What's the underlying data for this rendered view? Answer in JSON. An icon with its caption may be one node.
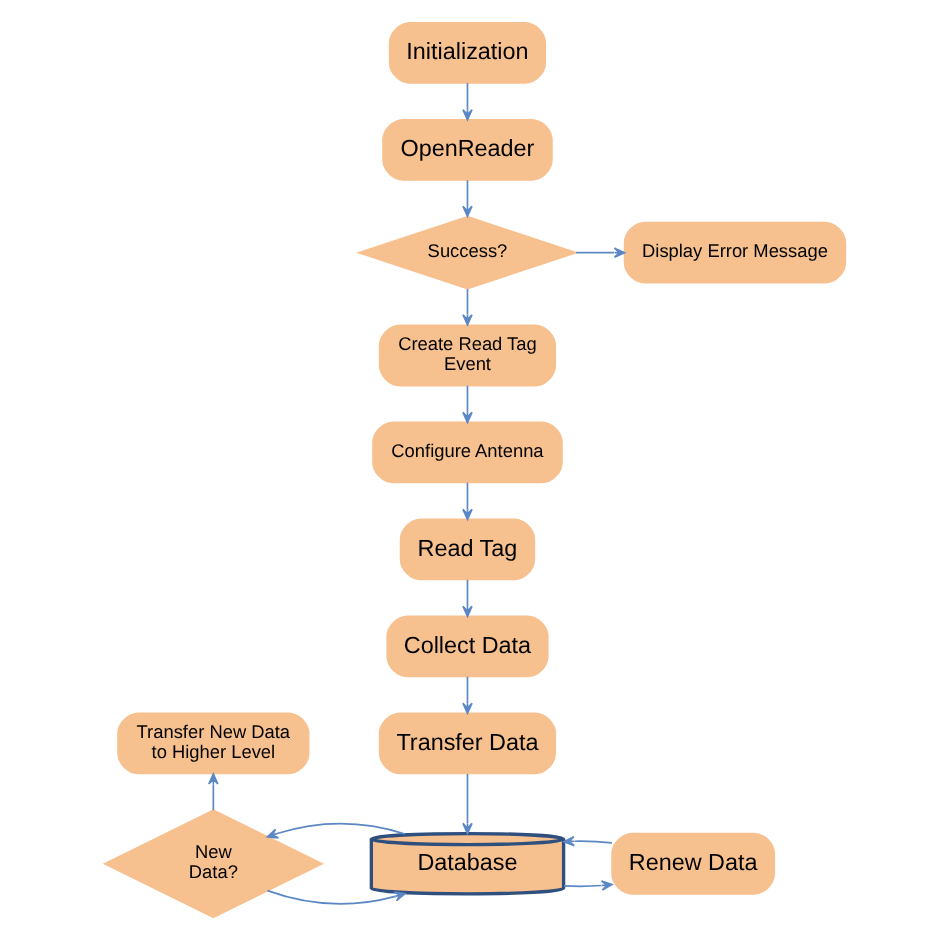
{
  "diagram": {
    "nodes": [
      {
        "text": [
          "Initialization"
        ]
      },
      {
        "text": [
          "OpenReader"
        ]
      },
      {
        "text": [
          "Success?"
        ]
      },
      {
        "text": [
          "Display Error Message"
        ]
      },
      {
        "text": [
          "Create Read Tag Event"
        ]
      },
      {
        "text": [
          "Configure Antenna"
        ]
      },
      {
        "text": [
          "Read Tag"
        ]
      },
      {
        "text": [
          "Collect Data"
        ]
      },
      {
        "text": [
          "Transfer Data"
        ]
      },
      {
        "text": [
          "Transfer New Data to Higher Level"
        ]
      },
      {
        "text": [
          "New Data?"
        ]
      },
      {
        "text": [
          "Database"
        ]
      },
      {
        "text": [
          "Renew Data"
        ]
      }
    ],
    "edges": [
      {
        "from": 0,
        "to": 1,
        "arrow": "to"
      },
      {
        "from": 1,
        "to": 2,
        "arrow": "to"
      },
      {
        "from": 2,
        "to": 3,
        "arrow": "to"
      },
      {
        "from": 2,
        "to": 4,
        "arrow": "to"
      },
      {
        "from": 4,
        "to": 5,
        "arrow": "to"
      },
      {
        "from": 5,
        "to": 6,
        "arrow": "to"
      },
      {
        "from": 6,
        "to": 7,
        "arrow": "to"
      },
      {
        "from": 7,
        "to": 8,
        "arrow": "to"
      },
      {
        "from": 8,
        "to": 11,
        "arrow": "to"
      },
      {
        "from": 11,
        "to": 12,
        "arrow": "to"
      },
      {
        "from": 12,
        "to": 11,
        "arrow": "to"
      },
      {
        "from": 10,
        "to": 11,
        "arrow": "to"
      },
      {
        "from": 11,
        "to": 10,
        "arrow": "to"
      },
      {
        "from": 10,
        "to": 9,
        "arrow": "to"
      }
    ]
  }
}
